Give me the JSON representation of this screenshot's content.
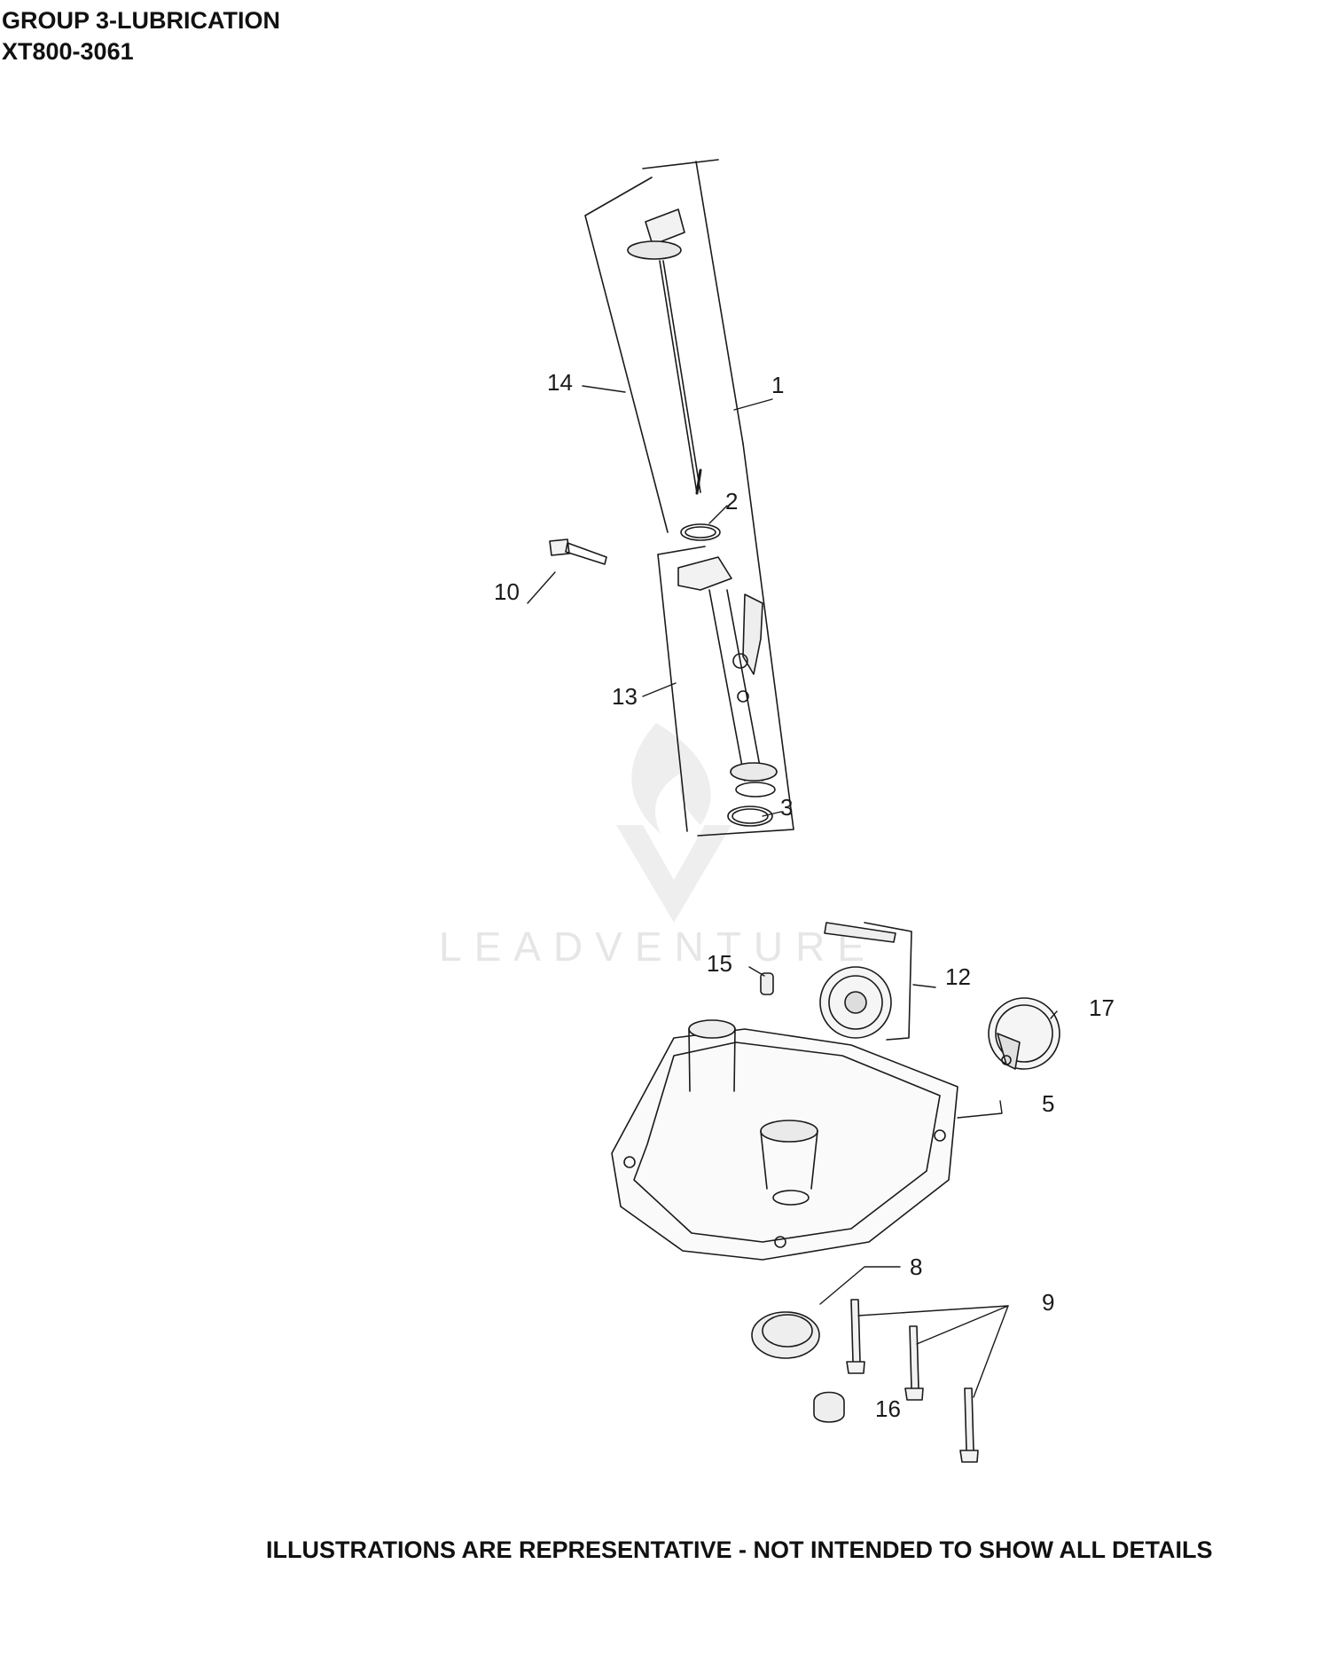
{
  "header": {
    "title": "GROUP 3-LUBRICATION",
    "model": "XT800-3061"
  },
  "footer": {
    "disclaimer": "ILLUSTRATIONS ARE REPRESENTATIVE - NOT INTENDED TO SHOW ALL DETAILS"
  },
  "watermark": {
    "text": "LEADVENTURE"
  },
  "callouts": {
    "c1": "1",
    "c2": "2",
    "c3": "3",
    "c5": "5",
    "c8": "8",
    "c9": "9",
    "c10": "10",
    "c12": "12",
    "c13": "13",
    "c14": "14",
    "c15": "15",
    "c16": "16",
    "c17": "17"
  }
}
